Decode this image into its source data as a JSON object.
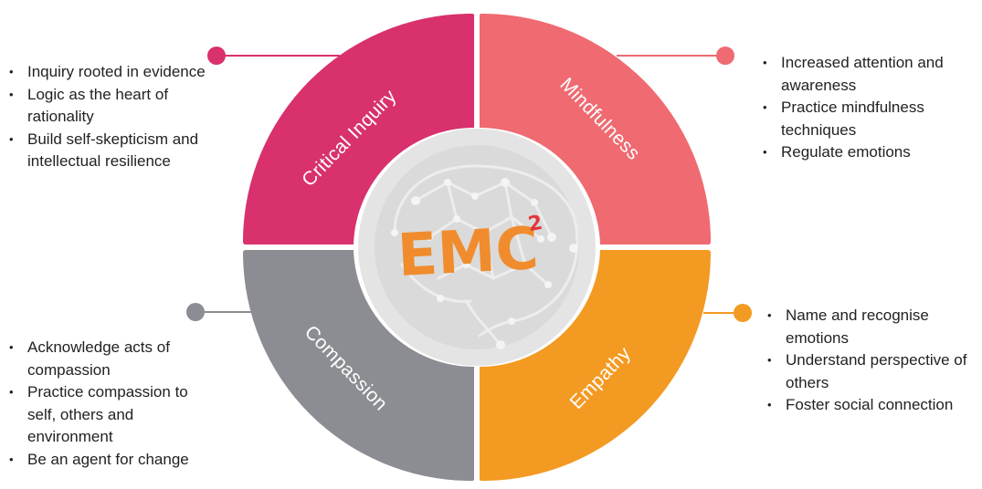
{
  "colors": {
    "critical_inquiry": "#d8316d",
    "mindfulness": "#ef6a71",
    "compassion": "#8c8d92",
    "empathy": "#f39a22",
    "inner_ring": "#e4e4e4",
    "core": "#dadada",
    "emc_logo": "#f08c2d",
    "emc_superscript": "#e3343c"
  },
  "center": {
    "logo_text": "EMC",
    "superscript": "2"
  },
  "quadrants": {
    "critical_inquiry": {
      "label": "Critical Inquiry",
      "points": [
        "Inquiry rooted in evidence",
        "Logic as the heart of rationality",
        "Build self-skepticism and intellectual resilience"
      ]
    },
    "mindfulness": {
      "label": "Mindfulness",
      "points": [
        "Increased attention and awareness",
        "Practice mindfulness techniques",
        "Regulate emotions"
      ]
    },
    "compassion": {
      "label": "Compassion",
      "points": [
        "Acknowledge acts of compassion",
        "Practice compassion to self, others and environment",
        "Be an agent for change"
      ]
    },
    "empathy": {
      "label": "Empathy",
      "points": [
        "Name and recognise emotions",
        "Understand perspective of others",
        "Foster social connection"
      ]
    }
  }
}
